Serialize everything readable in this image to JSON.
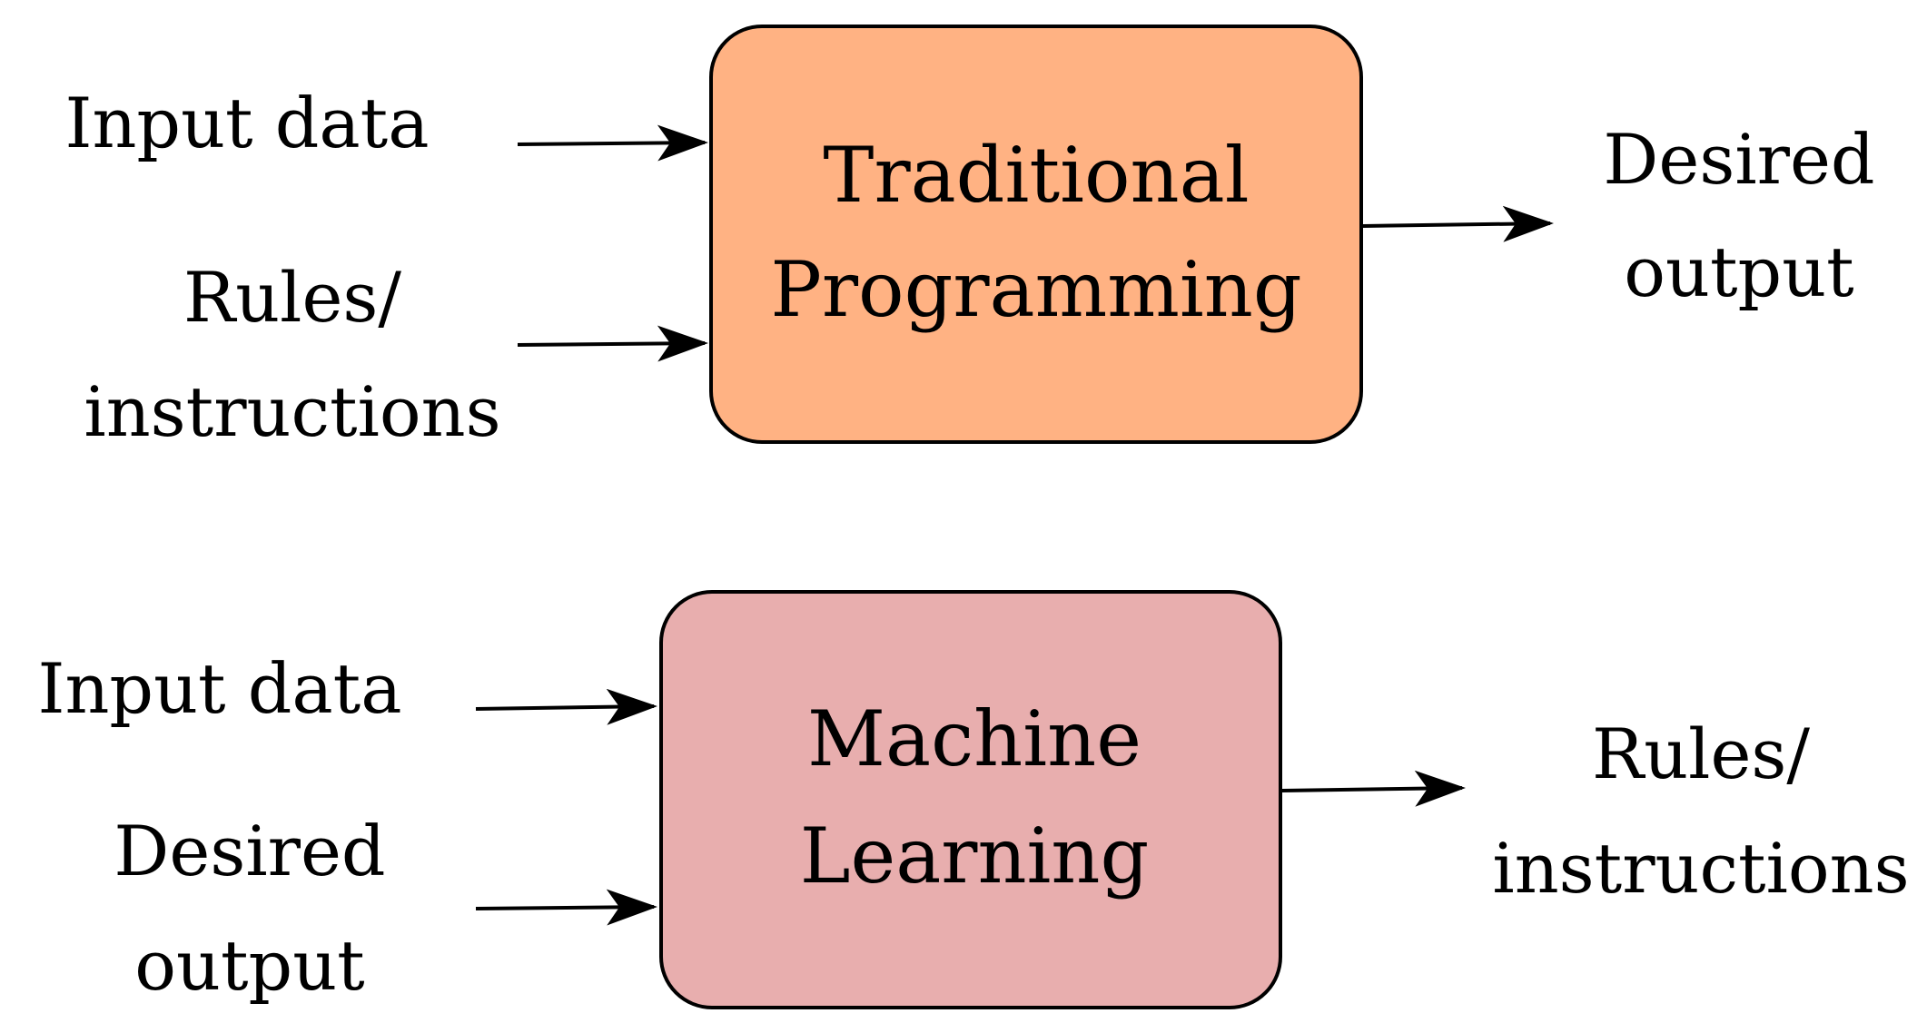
{
  "traditional": {
    "box_title_line1": "Traditional",
    "box_title_line2": "Programming",
    "box_color": "#FFB283",
    "input1": "Input data",
    "input2_line1": "Rules/",
    "input2_line2": "instructions",
    "output_line1": "Desired",
    "output_line2": "output"
  },
  "machine_learning": {
    "box_title_line1": "Machine",
    "box_title_line2": "Learning",
    "box_color": "#E8AEAE",
    "input1": "Input data",
    "input2_line1": "Desired",
    "input2_line2": "output",
    "output_line1": "Rules/",
    "output_line2": "instructions"
  },
  "colors": {
    "stroke": "#000000",
    "background": "#ffffff"
  }
}
